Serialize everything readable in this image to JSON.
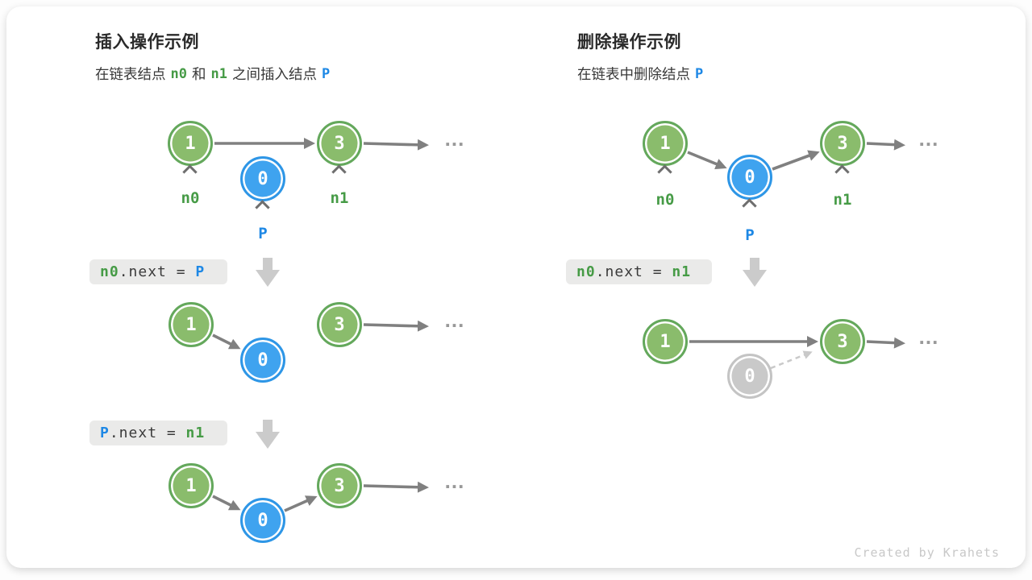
{
  "colors": {
    "accent_green": "#469B46",
    "accent_blue": "#1E88E5",
    "node_green_fill": "#8ABC6C",
    "node_green_border": "#64A85C",
    "node_blue_fill": "#3FA3EF",
    "node_blue_border": "#2E96E6",
    "node_gray_fill": "#C9C9C9",
    "node_gray_border": "#C4C4C4",
    "arrow_gray": "#808080",
    "muted_gray": "#C9C9C9",
    "codebox_bg": "#EAEAE9"
  },
  "panels": {
    "insert": {
      "title": "插入操作示例",
      "subtitle": {
        "t0": "在链表结点",
        "t1": "n0",
        "t2": "和",
        "t3": "n1",
        "t4": "之间插入结点",
        "t5": "P"
      },
      "diagram1": {
        "node1": "1",
        "nodeP": "0",
        "node3": "3",
        "ellipsis": "...",
        "ptr_n0": "n0",
        "ptr_n1": "n1",
        "ptr_p": "P"
      },
      "code1": {
        "t0": "n0",
        "t1": ".next = ",
        "t2": "P"
      },
      "diagram2": {
        "node1": "1",
        "nodeP": "0",
        "node3": "3",
        "ellipsis": "..."
      },
      "code2": {
        "t0": "P",
        "t1": ".next = ",
        "t2": "n1"
      },
      "diagram3": {
        "node1": "1",
        "nodeP": "0",
        "node3": "3",
        "ellipsis": "..."
      }
    },
    "delete": {
      "title": "删除操作示例",
      "subtitle": {
        "t0": "在链表中删除结点",
        "t1": "P"
      },
      "diagram1": {
        "node1": "1",
        "nodeP": "0",
        "node3": "3",
        "ellipsis": "...",
        "ptr_n0": "n0",
        "ptr_n1": "n1",
        "ptr_p": "P"
      },
      "code1": {
        "t0": "n0",
        "t1": ".next = ",
        "t2": "n1"
      },
      "diagram2": {
        "node1": "1",
        "nodeP": "0",
        "node3": "3",
        "ellipsis": "..."
      }
    }
  },
  "footer": {
    "credit": "Created by Krahets"
  }
}
